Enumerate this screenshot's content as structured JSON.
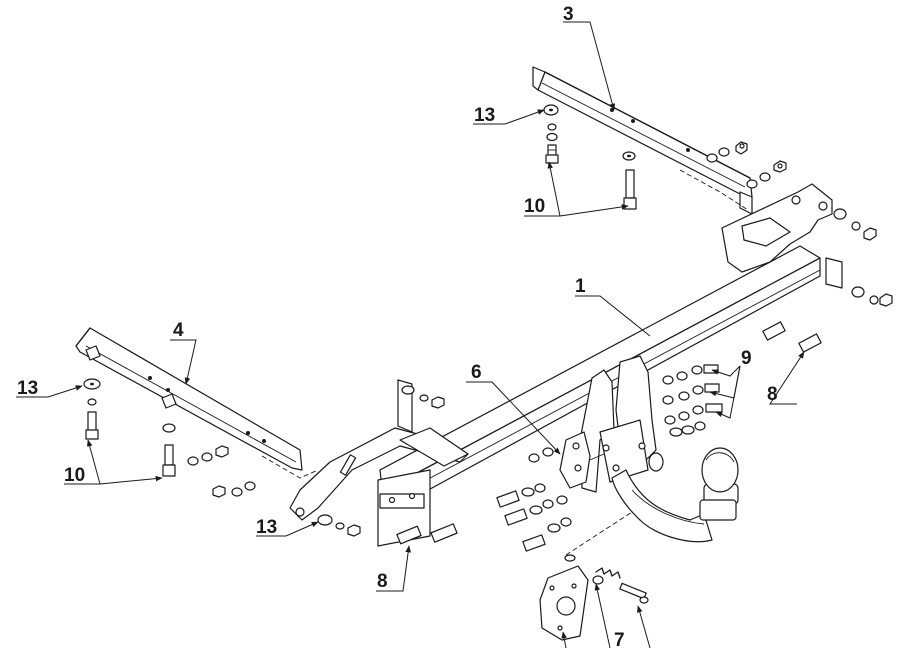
{
  "diagram": {
    "callouts": {
      "c1": "1",
      "c3": "3",
      "c4": "4",
      "c6": "6",
      "c7": "7",
      "c8_left": "8",
      "c8_right": "8",
      "c9": "9",
      "c10_top": "10",
      "c10_left": "10",
      "c13_top": "13",
      "c13_left": "13",
      "c13_bottom": "13"
    }
  }
}
